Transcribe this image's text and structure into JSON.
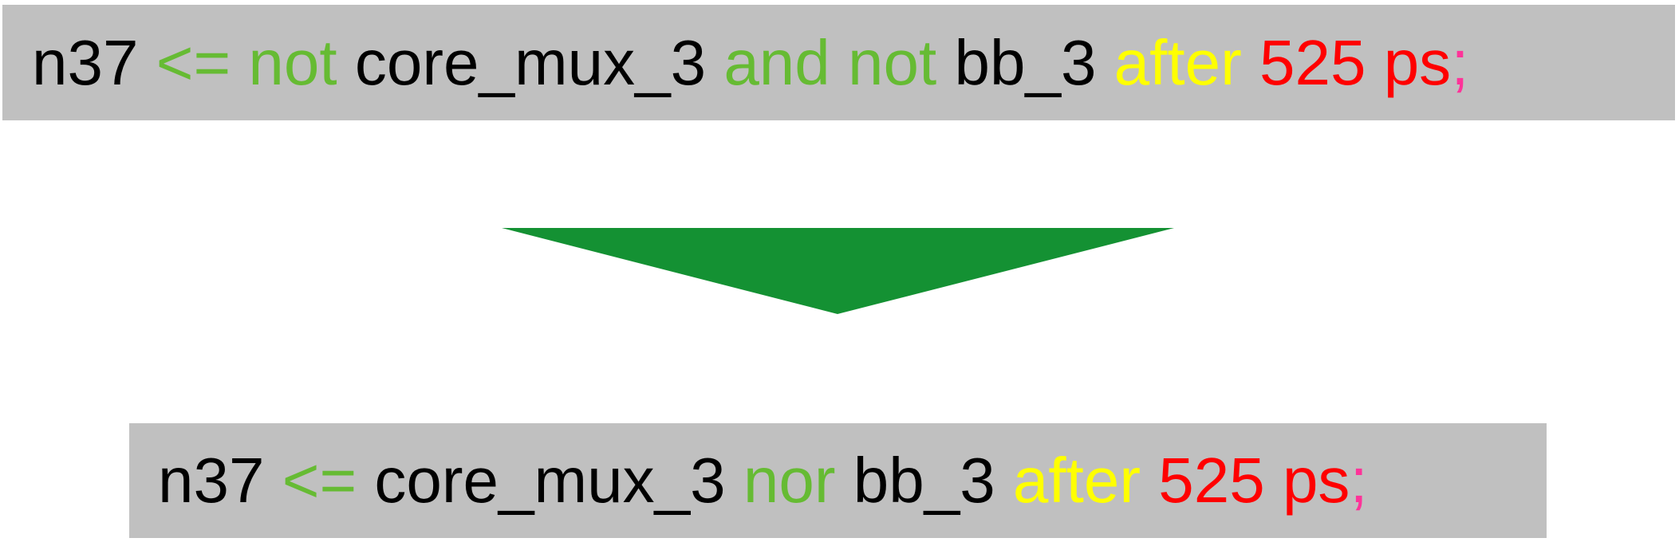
{
  "original": {
    "tokens": [
      {
        "text": "n37",
        "color": "#000000"
      },
      {
        "text": " ",
        "color": "#000000"
      },
      {
        "text": "<=",
        "color": "#66bb33"
      },
      {
        "text": " ",
        "color": "#000000"
      },
      {
        "text": "not",
        "color": "#66bb33"
      },
      {
        "text": " ",
        "color": "#000000"
      },
      {
        "text": "core_mux_3",
        "color": "#000000"
      },
      {
        "text": " ",
        "color": "#000000"
      },
      {
        "text": "and not",
        "color": "#66bb33"
      },
      {
        "text": " ",
        "color": "#000000"
      },
      {
        "text": "bb_3",
        "color": "#000000"
      },
      {
        "text": " ",
        "color": "#000000"
      },
      {
        "text": "after",
        "color": "#ffff00"
      },
      {
        "text": " ",
        "color": "#000000"
      },
      {
        "text": "525 ps",
        "color": "#ff0000"
      },
      {
        "text": ";",
        "color": "#ff3399"
      }
    ]
  },
  "optimized": {
    "tokens": [
      {
        "text": "n37",
        "color": "#000000"
      },
      {
        "text": " ",
        "color": "#000000"
      },
      {
        "text": "<=",
        "color": "#66bb33"
      },
      {
        "text": " ",
        "color": "#000000"
      },
      {
        "text": "core_mux_3",
        "color": "#000000"
      },
      {
        "text": " ",
        "color": "#000000"
      },
      {
        "text": "nor",
        "color": "#66bb33"
      },
      {
        "text": " ",
        "color": "#000000"
      },
      {
        "text": "bb_3",
        "color": "#000000"
      },
      {
        "text": " ",
        "color": "#000000"
      },
      {
        "text": "after",
        "color": "#ffff00"
      },
      {
        "text": " ",
        "color": "#000000"
      },
      {
        "text": "525 ps",
        "color": "#ff0000"
      },
      {
        "text": ";",
        "color": "#ff3399"
      }
    ]
  },
  "colors": {
    "box_background": "#c0c0c0",
    "arrow_fill": "#149133"
  },
  "icons": {
    "arrow": "down-triangle-arrow-icon"
  }
}
